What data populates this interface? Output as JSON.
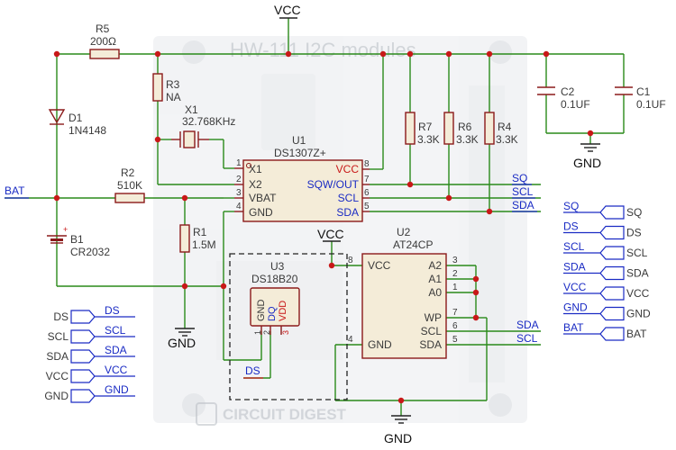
{
  "module": {
    "board_text": "HW-111  I2C modules",
    "logo": "CIRCUIT DIGEST"
  },
  "power": {
    "vcc_top": "VCC",
    "vcc_u2": "VCC",
    "gnd_b1": "GND",
    "gnd_caps": "GND",
    "gnd_u2": "GND"
  },
  "components": {
    "R5": {
      "ref": "R5",
      "value": "200Ω"
    },
    "R3": {
      "ref": "R3",
      "value": "NA"
    },
    "X1": {
      "ref": "X1",
      "value": "32.768KHz"
    },
    "D1": {
      "ref": "D1",
      "value": "1N4148"
    },
    "R2": {
      "ref": "R2",
      "value": "510K"
    },
    "R1": {
      "ref": "R1",
      "value": "1.5M"
    },
    "B1": {
      "ref": "B1",
      "value": "CR2032"
    },
    "R7": {
      "ref": "R7",
      "value": "3.3K"
    },
    "R6": {
      "ref": "R6",
      "value": "3.3K"
    },
    "R4": {
      "ref": "R4",
      "value": "3.3K"
    },
    "C2": {
      "ref": "C2",
      "value": "0.1UF"
    },
    "C1": {
      "ref": "C1",
      "value": "0.1UF"
    }
  },
  "u1": {
    "ref": "U1",
    "part": "DS1307Z+",
    "pins": [
      {
        "num": "1",
        "name": "X1"
      },
      {
        "num": "2",
        "name": "X2"
      },
      {
        "num": "3",
        "name": "VBAT"
      },
      {
        "num": "4",
        "name": "GND"
      },
      {
        "num": "8",
        "name": "VCC"
      },
      {
        "num": "7",
        "name": "SQW/OUT"
      },
      {
        "num": "6",
        "name": "SCL"
      },
      {
        "num": "5",
        "name": "SDA"
      }
    ]
  },
  "u2": {
    "ref": "U2",
    "part": "AT24CP",
    "pins": [
      {
        "num": "8",
        "name": "VCC"
      },
      {
        "num": "4",
        "name": "GND"
      },
      {
        "num": "3",
        "name": "A2"
      },
      {
        "num": "2",
        "name": "A1"
      },
      {
        "num": "1",
        "name": "A0"
      },
      {
        "num": "7",
        "name": "WP"
      },
      {
        "num": "6",
        "name": "SCL"
      },
      {
        "num": "5",
        "name": "SDA"
      }
    ]
  },
  "u3": {
    "ref": "U3",
    "part": "DS18B20",
    "pins": [
      {
        "num": "1",
        "name": "GND"
      },
      {
        "num": "2",
        "name": "DQ"
      },
      {
        "num": "3",
        "name": "VDD"
      }
    ],
    "net_label": "DS"
  },
  "nets": {
    "bat": "BAT",
    "u1_sq": "SQ",
    "u1_scl": "SCL",
    "u1_sda": "SDA",
    "u2_sda": "SDA",
    "u2_scl": "SCL"
  },
  "left_connector": [
    {
      "port": "DS",
      "net": "DS"
    },
    {
      "port": "SCL",
      "net": "SCL"
    },
    {
      "port": "SDA",
      "net": "SDA"
    },
    {
      "port": "VCC",
      "net": "VCC"
    },
    {
      "port": "GND",
      "net": "GND"
    }
  ],
  "right_connector": [
    {
      "net": "SQ",
      "port": "SQ"
    },
    {
      "net": "DS",
      "port": "DS"
    },
    {
      "net": "SCL",
      "port": "SCL"
    },
    {
      "net": "SDA",
      "port": "SDA"
    },
    {
      "net": "VCC",
      "port": "VCC"
    },
    {
      "net": "GND",
      "port": "GND"
    },
    {
      "net": "BAT",
      "port": "BAT"
    }
  ]
}
